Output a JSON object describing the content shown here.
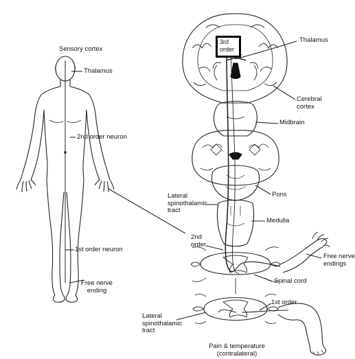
{
  "labels": {
    "sensory_cortex": "Sensory cortex",
    "thalamus_left": "Thalamus",
    "second_order_neuron": "2nd order neuron",
    "first_order_neuron": "1st order neuron",
    "free_nerve_ending_left": [
      "Free nerve",
      "ending"
    ],
    "third_order": [
      "3rd",
      "order"
    ],
    "thalamus_right": "Thalamus",
    "cerebral_cortex": [
      "Cerebral",
      "cortex"
    ],
    "midbrain": "Midbrain",
    "pons": "Pons",
    "lateral_spinothalamic_tract_upper": [
      "Lateral",
      "spinothalamic",
      "tract"
    ],
    "medulla": "Medulla",
    "second_order": [
      "2nd",
      "order"
    ],
    "free_nerve_endings_right": [
      "Free nerve",
      "endings"
    ],
    "spinal_cord": "Spinal cord",
    "first_order": "1st order",
    "lateral_spinothalamic_tract_lower": [
      "Lateral",
      "spinothalamic",
      "tract"
    ],
    "caption": [
      "Pain & temperature",
      "(contralateral)"
    ]
  },
  "colors": {
    "line": "#222222",
    "highlight_box": "#000000",
    "background": "#ffffff"
  }
}
